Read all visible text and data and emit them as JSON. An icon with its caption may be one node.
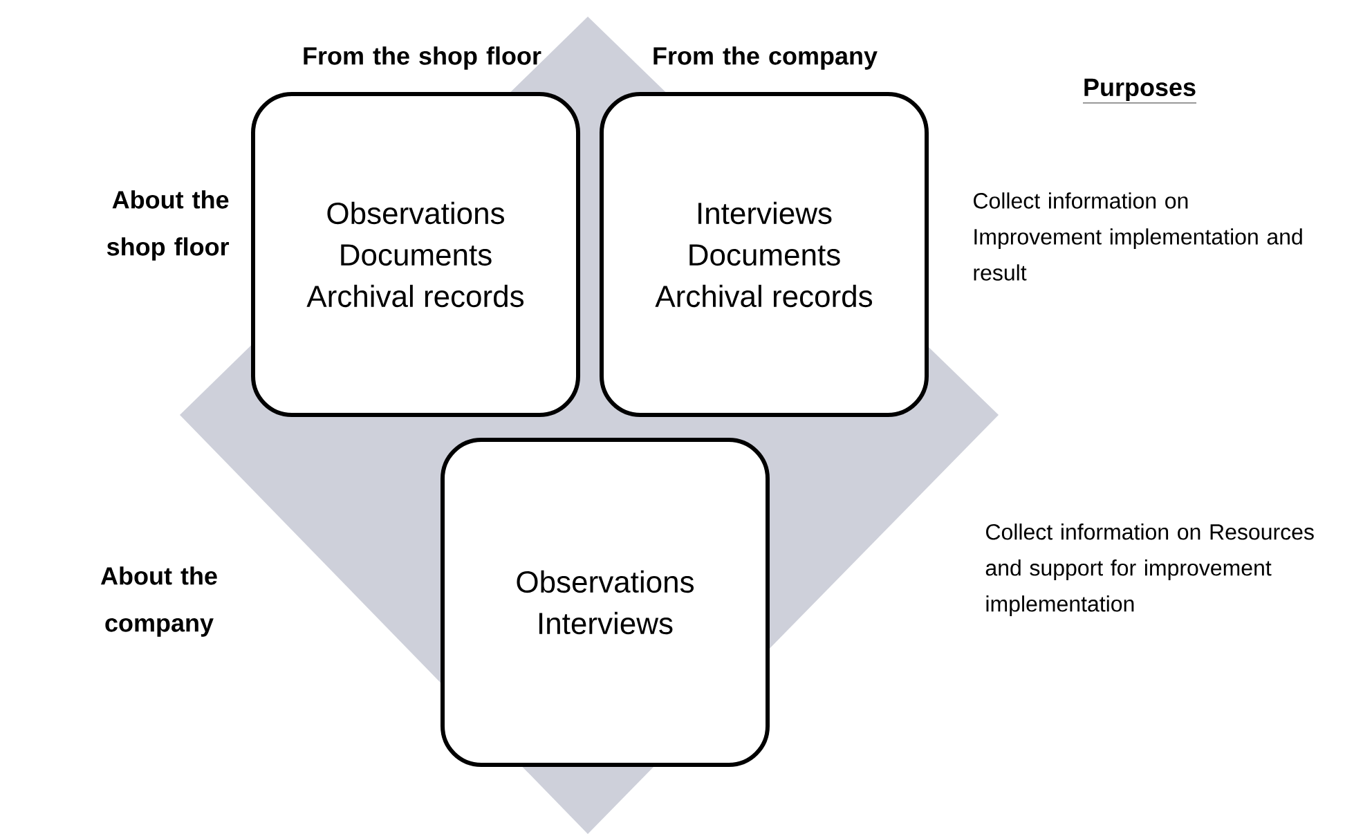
{
  "diagram": {
    "nodes": [
      {
        "text": [
          "Observations",
          "Documents",
          "Archival records"
        ]
      },
      {
        "text": [
          "Interviews",
          "Documents",
          "Archival records"
        ]
      },
      {
        "text": [
          "Observations",
          "Interviews"
        ]
      }
    ],
    "edges": [],
    "labels": [
      "From the shop floor",
      "From the company",
      "Purposes",
      "About the shop floor",
      "Collect information on Improvement implementation and result",
      "About the company",
      "Collect information on Resources and support for improvement implementation"
    ]
  }
}
